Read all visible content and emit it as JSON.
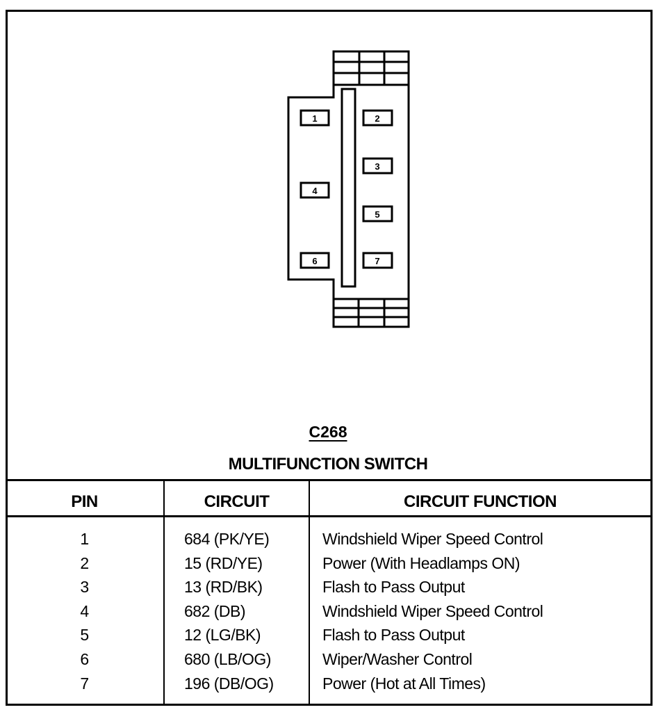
{
  "connector": {
    "pins": [
      "1",
      "2",
      "3",
      "4",
      "5",
      "6",
      "7"
    ],
    "code": "C268",
    "title": "MULTIFUNCTION SWITCH"
  },
  "table": {
    "headers": {
      "pin": "PIN",
      "circuit": "CIRCUIT",
      "function": "CIRCUIT FUNCTION"
    },
    "rows": [
      {
        "pin": "1",
        "circuit": "684 (PK/YE)",
        "function": "Windshield Wiper Speed Control"
      },
      {
        "pin": "2",
        "circuit": "15 (RD/YE)",
        "function": "Power (With Headlamps ON)"
      },
      {
        "pin": "3",
        "circuit": "13 (RD/BK)",
        "function": "Flash to Pass Output"
      },
      {
        "pin": "4",
        "circuit": "682 (DB)",
        "function": "Windshield Wiper Speed Control"
      },
      {
        "pin": "5",
        "circuit": "12 (LG/BK)",
        "function": "Flash to Pass Output"
      },
      {
        "pin": "6",
        "circuit": "680 (LB/OG)",
        "function": "Wiper/Washer Control"
      },
      {
        "pin": "7",
        "circuit": "196 (DB/OG)",
        "function": "Power (Hot at All Times)"
      }
    ]
  }
}
